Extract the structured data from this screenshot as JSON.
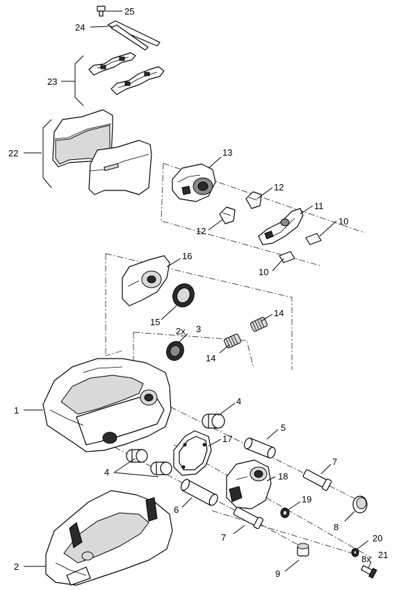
{
  "callouts": {
    "c25": "25",
    "c24": "24",
    "c23": "23",
    "c22": "22",
    "c13": "13",
    "c12a": "12",
    "c12b": "12",
    "c11": "11",
    "c10a": "10",
    "c10b": "10",
    "c16": "16",
    "c15": "15",
    "c14a": "14",
    "c14b": "14",
    "c2x": "2x",
    "c3": "3",
    "c1": "1",
    "c4a": "4",
    "c4b": "4",
    "c5": "5",
    "c17": "17",
    "c7a": "7",
    "c7b": "7",
    "c18": "18",
    "c6": "6",
    "c19": "19",
    "c8": "8",
    "c20": "20",
    "c8x": "8x",
    "c21": "21",
    "c2": "2",
    "c9": "9"
  }
}
